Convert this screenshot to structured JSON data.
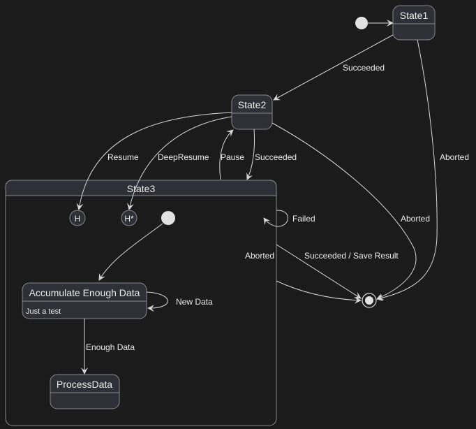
{
  "diagram": {
    "states": {
      "state1": "State1",
      "state2": "State2",
      "state3": "State3",
      "accumulate": "Accumulate Enough Data",
      "accumulate_desc": "Just a test",
      "process": "ProcessData",
      "history": "H",
      "deep_history": "H*"
    },
    "transitions": {
      "s1_s2": "Succeeded",
      "s1_end": "Aborted",
      "resume": "Resume",
      "deep_resume": "DeepResume",
      "pause": "Pause",
      "s2_s3": "Succeeded",
      "s2_end": "Aborted",
      "failed": "Failed",
      "s3_aborted": "Aborted",
      "s3_end": "Succeeded / Save Result",
      "new_data": "New Data",
      "enough_data": "Enough Data"
    },
    "colors": {
      "background": "#1b1b1c",
      "node_fill": "#2f2f37",
      "node_border": "#8a8a8e",
      "edge": "#d8d8d8",
      "text": "#ececec"
    }
  }
}
